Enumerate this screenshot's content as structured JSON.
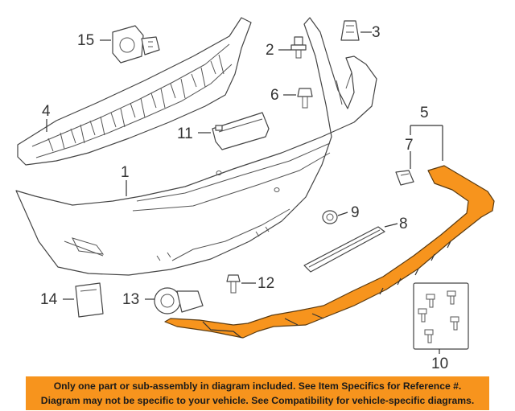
{
  "callouts": {
    "c1": "1",
    "c2": "2",
    "c3": "3",
    "c4": "4",
    "c5": "5",
    "c6": "6",
    "c7": "7",
    "c8": "8",
    "c9": "9",
    "c10": "10",
    "c11": "11",
    "c12": "12",
    "c13": "13",
    "c14": "14",
    "c15": "15"
  },
  "colors": {
    "highlight": "#f7941d",
    "banner_bg": "#f7941d",
    "line": "#444444"
  },
  "notice": {
    "line1": "Only one part or sub-assembly in diagram included. See Item Specifics for Reference #.",
    "line2": "Diagram may not be specific to your vehicle. See Compatibility for vehicle-specific diagrams."
  }
}
